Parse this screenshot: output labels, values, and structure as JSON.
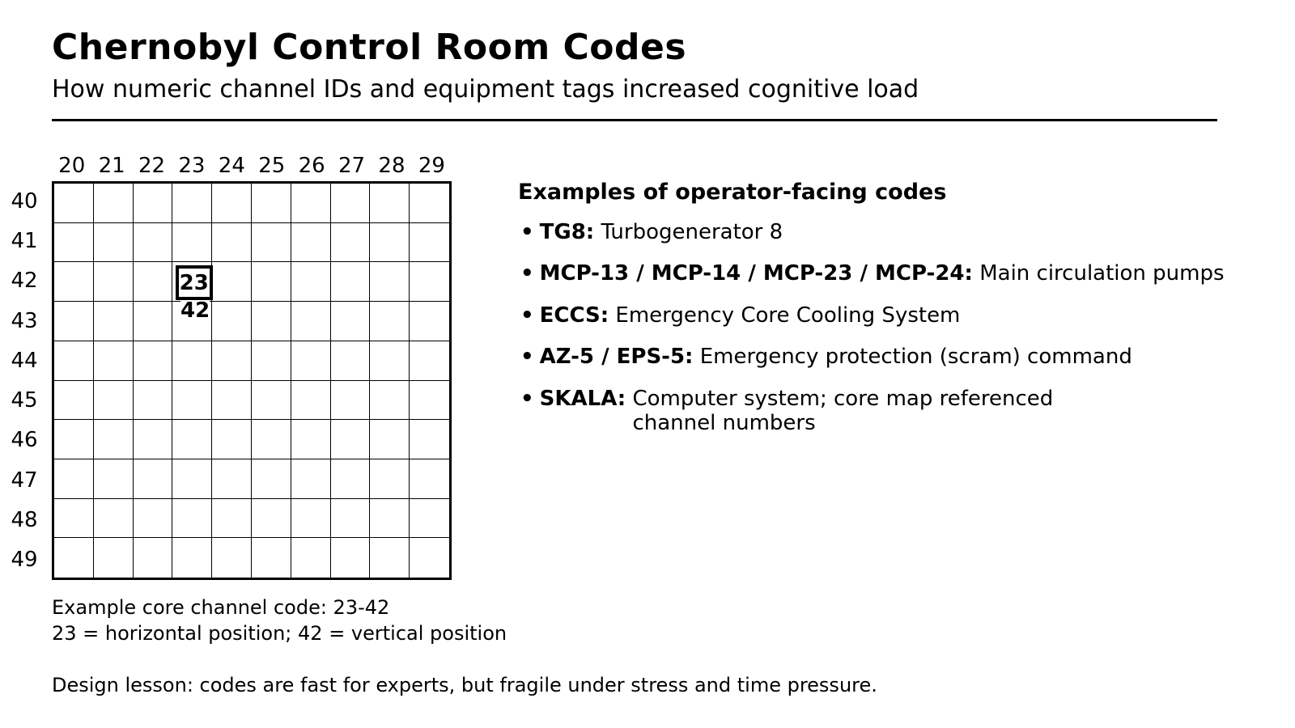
{
  "page": {
    "title": "Chernobyl Control Room Codes",
    "subtitle": "How numeric channel IDs and equipment tags increased cognitive load"
  },
  "grid": {
    "col_labels": [
      "20",
      "21",
      "22",
      "23",
      "24",
      "25",
      "26",
      "27",
      "28",
      "29"
    ],
    "row_labels": [
      "40",
      "41",
      "42",
      "43",
      "44",
      "45",
      "46",
      "47",
      "48",
      "49"
    ],
    "highlight": {
      "col": "23",
      "row": "42"
    }
  },
  "examples": {
    "heading": "Examples of operator-facing codes",
    "bullet_char": "•",
    "items": [
      {
        "label": "TG8:",
        "text": "Turbogenerator 8",
        "text2": ""
      },
      {
        "label": "MCP-13 / MCP-14 / MCP-23 / MCP-24:",
        "text": "Main circulation pumps",
        "text2": ""
      },
      {
        "label": "ECCS:",
        "text": "Emergency Core Cooling System",
        "text2": ""
      },
      {
        "label": "AZ-5 / EPS-5:",
        "text": "Emergency protection (scram) command",
        "text2": ""
      },
      {
        "label": "SKALA:",
        "text": "Computer system; core map referenced",
        "text2": "channel numbers"
      }
    ]
  },
  "caption": {
    "line1": "Example core channel code: 23-42",
    "line2": "23 = horizontal position; 42 = vertical position",
    "lesson": "Design lesson: codes are fast for experts, but fragile under stress and time pressure."
  },
  "colors": {
    "ink": "#000000",
    "background": "#ffffff"
  }
}
